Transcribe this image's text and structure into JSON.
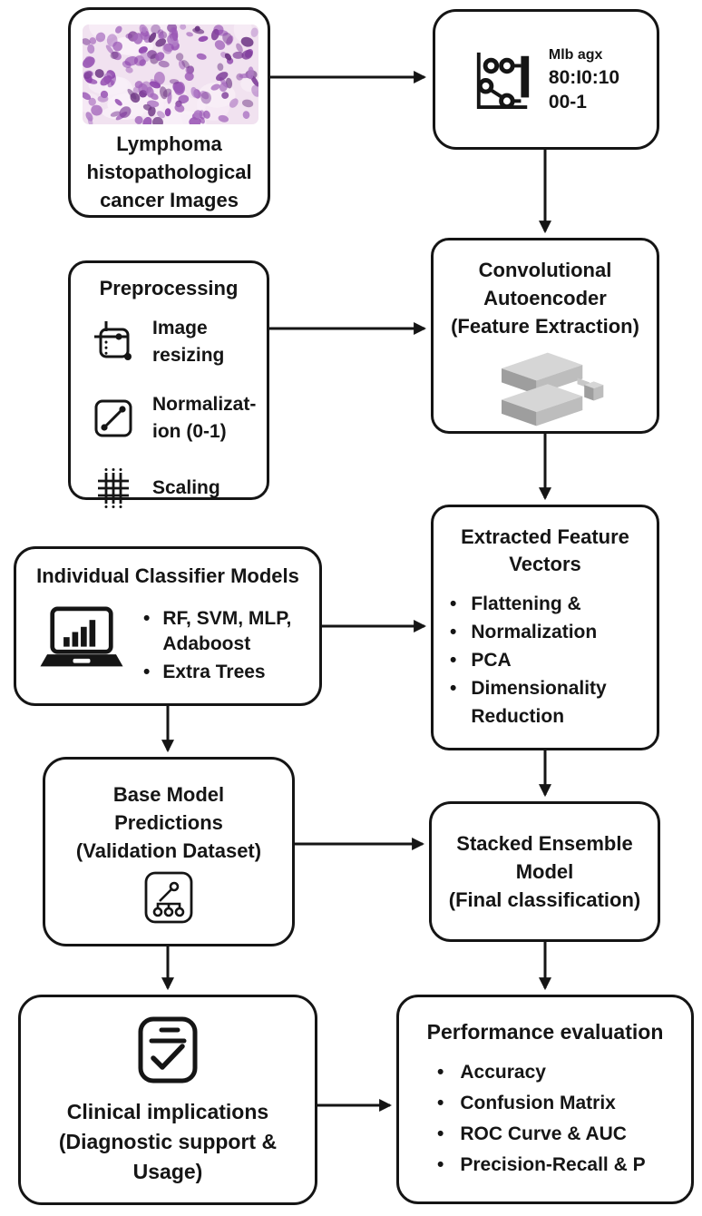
{
  "figure_title": "Lymphoma classification pipeline flowchart",
  "boxes": {
    "lymphoma": {
      "lines": [
        "Lymphoma",
        "histopathological",
        "cancer Images"
      ]
    },
    "split": {
      "line1": "Mlb agx",
      "line2": "80:I0:10",
      "line3": "00-1"
    },
    "conv": {
      "lines": [
        "Convolutional",
        "Autoencoder",
        "(Feature Extraction)"
      ]
    },
    "preprocessing": {
      "title": "Preprocessing",
      "items": [
        {
          "icon": "resize-icon",
          "lines": [
            "Image",
            "resizing"
          ]
        },
        {
          "icon": "normalization-icon",
          "lines": [
            "Normalizat-",
            "ion (0-1)"
          ]
        },
        {
          "icon": "scaling-icon",
          "lines": [
            "Scaling",
            ""
          ]
        }
      ]
    },
    "individual": {
      "title": "Individual Classifier Models",
      "bullets": [
        [
          "RF, SVM, MLP,",
          "Adaboost"
        ],
        [
          "Extra Trees",
          ""
        ]
      ]
    },
    "extracted": {
      "lines": [
        "Extracted Feature",
        "Vectors"
      ],
      "bullets": [
        [
          "Flattening &",
          ""
        ],
        [
          "Normalization",
          ""
        ],
        [
          "PCA",
          ""
        ],
        [
          "Dimensionality",
          "Reduction"
        ]
      ]
    },
    "base": {
      "lines": [
        "Base Model",
        "Predictions",
        "(Validation Dataset)"
      ]
    },
    "stacked": {
      "lines": [
        "Stacked Ensemble",
        "Model",
        "(Final classification)"
      ]
    },
    "clinical": {
      "lines": [
        "Clinical implications",
        "(Diagnostic support &",
        "Usage)"
      ]
    },
    "performance": {
      "title": "Performance evaluation",
      "bullets": [
        "Accuracy",
        "Confusion Matrix",
        "ROC Curve & AUC",
        "Precision-Recall & P"
      ]
    }
  },
  "icons": {
    "histology-image": "purple stained cell micrograph",
    "data-split-icon": "scatter nodes with split bar",
    "autoencoder-layers-icon": "stacked 3d slabs with cube",
    "resize-icon": "crop and resize frame",
    "normalization-icon": "square with diagonal range",
    "scaling-icon": "grid hash",
    "laptop-chart-icon": "laptop with bar chart",
    "hierarchy-icon": "tree of nodes",
    "clipboard-check-icon": "clipboard with checkmark"
  },
  "colors": {
    "stroke": "#151515",
    "slab_top": "#d6d6d6",
    "slab_side": "#9e9e9e",
    "slab_front": "#bdbdbd",
    "histology_bg": "#f1e2f0",
    "histology_palette": [
      "#6c3483",
      "#7d3c98",
      "#8e44ad",
      "#9b59b6",
      "#a569bd",
      "#b07cc6"
    ]
  }
}
